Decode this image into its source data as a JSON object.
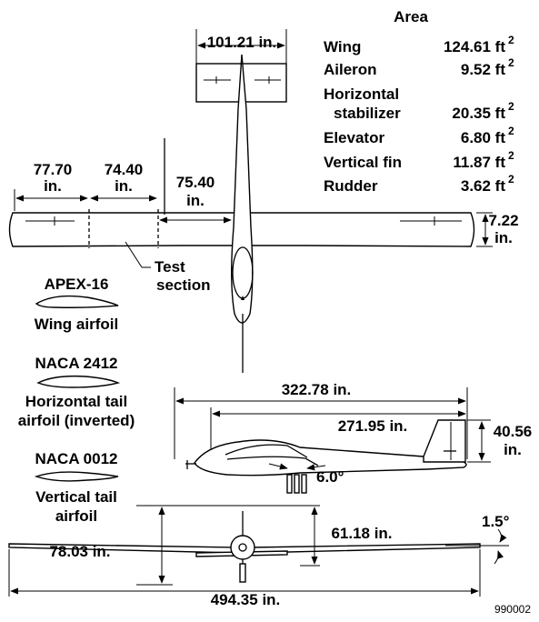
{
  "area_table": {
    "title": "Area",
    "rows": [
      {
        "name": "Wing",
        "value": "124.61 ft",
        "exp": "2"
      },
      {
        "name": "Aileron",
        "value": "9.52 ft",
        "exp": "2"
      },
      {
        "name_line1": "Horizontal",
        "name_line2": "stabilizer",
        "value": "20.35 ft",
        "exp": "2"
      },
      {
        "name": "Elevator",
        "value": "6.80 ft",
        "exp": "2"
      },
      {
        "name": "Vertical fin",
        "value": "11.87 ft",
        "exp": "2"
      },
      {
        "name": "Rudder",
        "value": "3.62 ft",
        "exp": "2"
      }
    ]
  },
  "dimensions": {
    "h_tail_span": "101.21 in.",
    "outer_segment": {
      "line1": "77.70",
      "line2": "in."
    },
    "middle_segment": {
      "line1": "74.40",
      "line2": "in."
    },
    "inner_segment": {
      "line1": "75.40",
      "line2": "in."
    },
    "wing_chord": {
      "line1": "7.22",
      "line2": "in."
    },
    "side_overall": "322.78 in.",
    "side_inner": "271.95 in.",
    "tail_height": {
      "line1": "40.56",
      "line2": "in."
    },
    "incidence": "6.0°",
    "front_height_left": "78.03 in.",
    "front_height_right": "61.18 in.",
    "dihedral": "1.5°",
    "span": "494.35 in."
  },
  "labels": {
    "test_section_line1": "Test",
    "test_section_line2": "section",
    "wing_airfoil_name": "APEX-16",
    "wing_airfoil_caption": "Wing airfoil",
    "htail_airfoil_name": "NACA 2412",
    "htail_airfoil_caption1": "Horizontal tail",
    "htail_airfoil_caption2": "airfoil (inverted)",
    "vtail_airfoil_name": "NACA 0012",
    "vtail_airfoil_caption1": "Vertical tail",
    "vtail_airfoil_caption2": "airfoil"
  },
  "figure_id": "990002"
}
